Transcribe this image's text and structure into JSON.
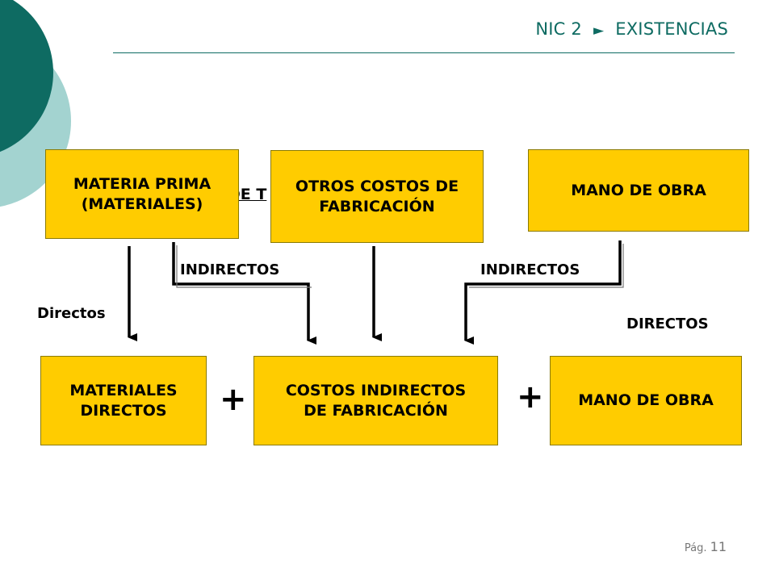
{
  "header": {
    "left": "NIC 2",
    "separator": "►",
    "right": "EXISTENCIAS"
  },
  "hidden_fragment": "DE T",
  "top_boxes": {
    "materia_prima": "MATERIA PRIMA\n(MATERIALES)",
    "otros_costos": "OTROS COSTOS DE\nFABRICACIÓN",
    "mano_obra": "MANO DE OBRA"
  },
  "labels": {
    "indirectos_left": "INDIRECTOS",
    "indirectos_right": "INDIRECTOS",
    "directos_left": "Directos",
    "directos_right": "DIRECTOS"
  },
  "bottom_boxes": {
    "materiales_directos": "MATERIALES\nDIRECTOS",
    "costos_indirectos": "COSTOS INDIRECTOS\nDE FABRICACIÓN",
    "mano_obra": "MANO DE OBRA"
  },
  "operators": {
    "plus_left": "+",
    "plus_right": "+"
  },
  "footer": {
    "page_prefix": "Pág.",
    "page_number": "11"
  },
  "colors": {
    "box_fill": "#ffcc00",
    "accent_dark": "#0e6b62",
    "accent_light": "#a3d3d0"
  }
}
